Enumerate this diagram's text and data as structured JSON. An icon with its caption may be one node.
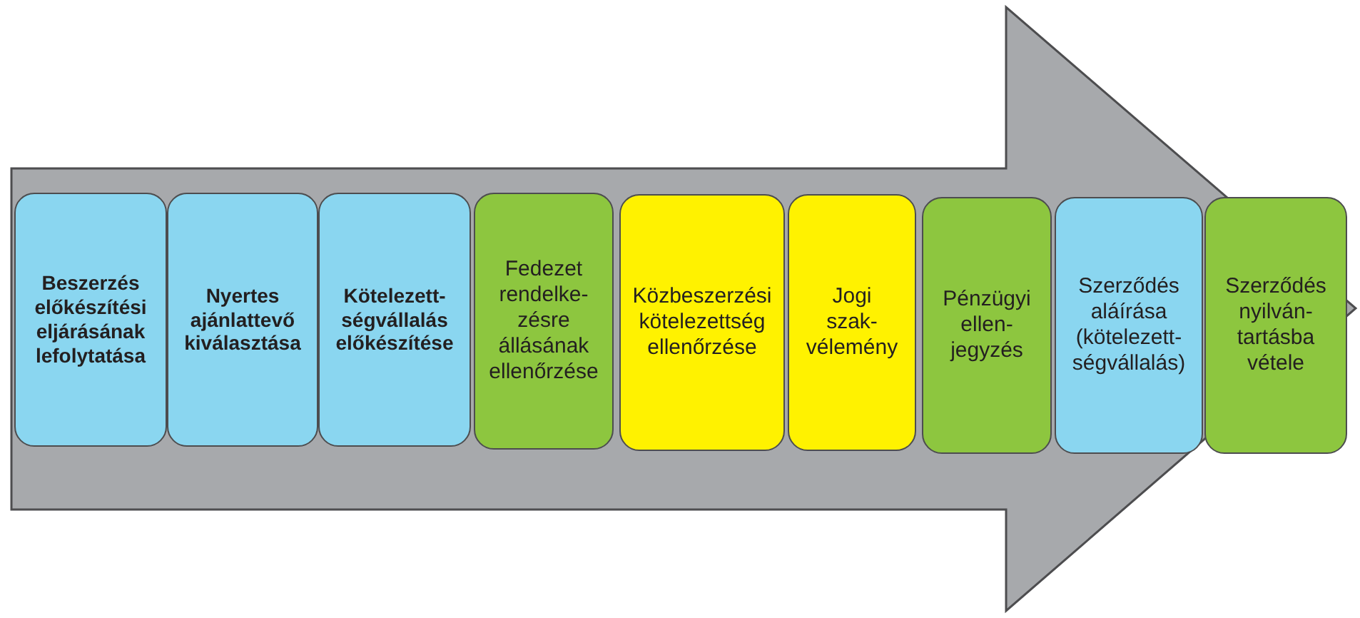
{
  "diagram": {
    "nodes": [
      {
        "text": [
          "Beszerzés előkészítési eljárásának lefolytatása"
        ]
      },
      {
        "text": [
          "Nyertes ajánlattevő kiválasztása"
        ]
      },
      {
        "text": [
          "Kötelezett- ségvállalás előkészítése"
        ]
      },
      {
        "text": [
          "Fedezet rendelke- zésre állásának ellenőrzése"
        ]
      },
      {
        "text": [
          "Közbeszerzési kötelezettség ellenőrzése"
        ]
      },
      {
        "text": [
          "Jogi szak- vélemény"
        ]
      },
      {
        "text": [
          "Pénzügyi ellen- jegyzés"
        ]
      },
      {
        "text": [
          "Szerződés aláírása (kötelezett- ségvállalás)"
        ]
      },
      {
        "text": [
          "Szerződés nyilván- tartásba vétele"
        ]
      }
    ],
    "edges": [
      {
        "from": 0,
        "to": 8,
        "arrow": "to",
        "style": "thick"
      }
    ]
  }
}
